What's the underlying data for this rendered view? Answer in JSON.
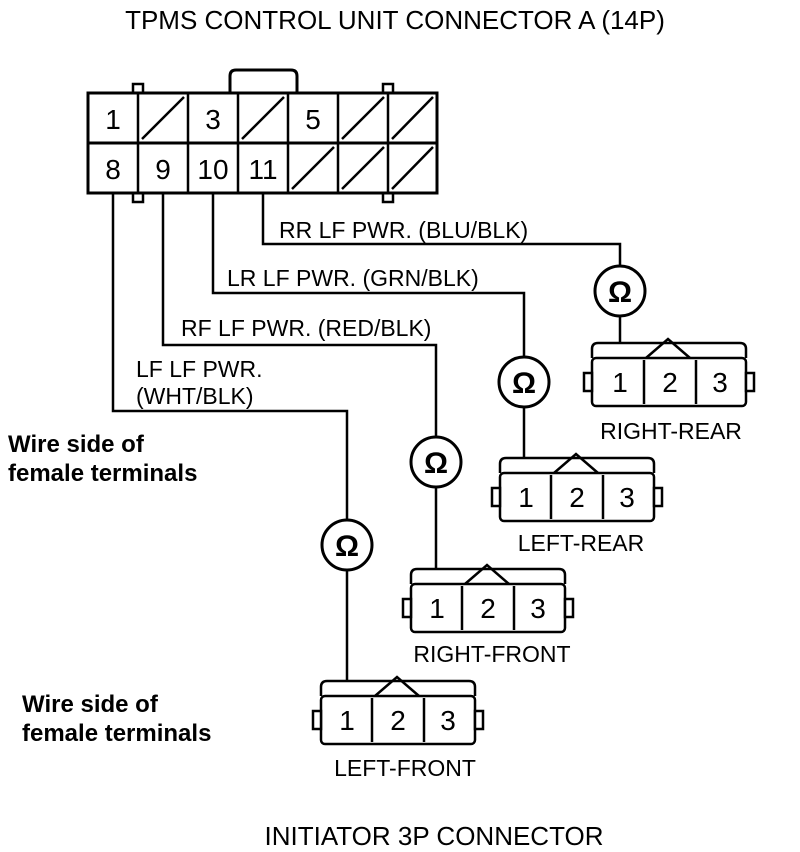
{
  "title": "TPMS CONTROL UNIT CONNECTOR A (14P)",
  "footer": "INITIATOR 3P CONNECTOR",
  "note_upper": [
    "Wire side of",
    "female terminals"
  ],
  "note_lower": [
    "Wire side of",
    "female terminals"
  ],
  "connector_a": {
    "top_row": [
      "1",
      "",
      "3",
      "",
      "5",
      "",
      ""
    ],
    "bottom_row": [
      "8",
      "9",
      "10",
      "11",
      "",
      "",
      ""
    ]
  },
  "wires": {
    "rr": "RR LF PWR. (BLU/BLK)",
    "lr": "LR LF PWR. (GRN/BLK)",
    "rf": "RF LF PWR. (RED/BLK)",
    "lf_1": "LF LF PWR.",
    "lf_2": "(WHT/BLK)"
  },
  "ohm_symbol": "Ω",
  "initiators": {
    "right_rear": {
      "label": "RIGHT-REAR",
      "pins": [
        "1",
        "2",
        "3"
      ]
    },
    "left_rear": {
      "label": "LEFT-REAR",
      "pins": [
        "1",
        "2",
        "3"
      ]
    },
    "right_front": {
      "label": "RIGHT-FRONT",
      "pins": [
        "1",
        "2",
        "3"
      ]
    },
    "left_front": {
      "label": "LEFT-FRONT",
      "pins": [
        "1",
        "2",
        "3"
      ]
    }
  }
}
